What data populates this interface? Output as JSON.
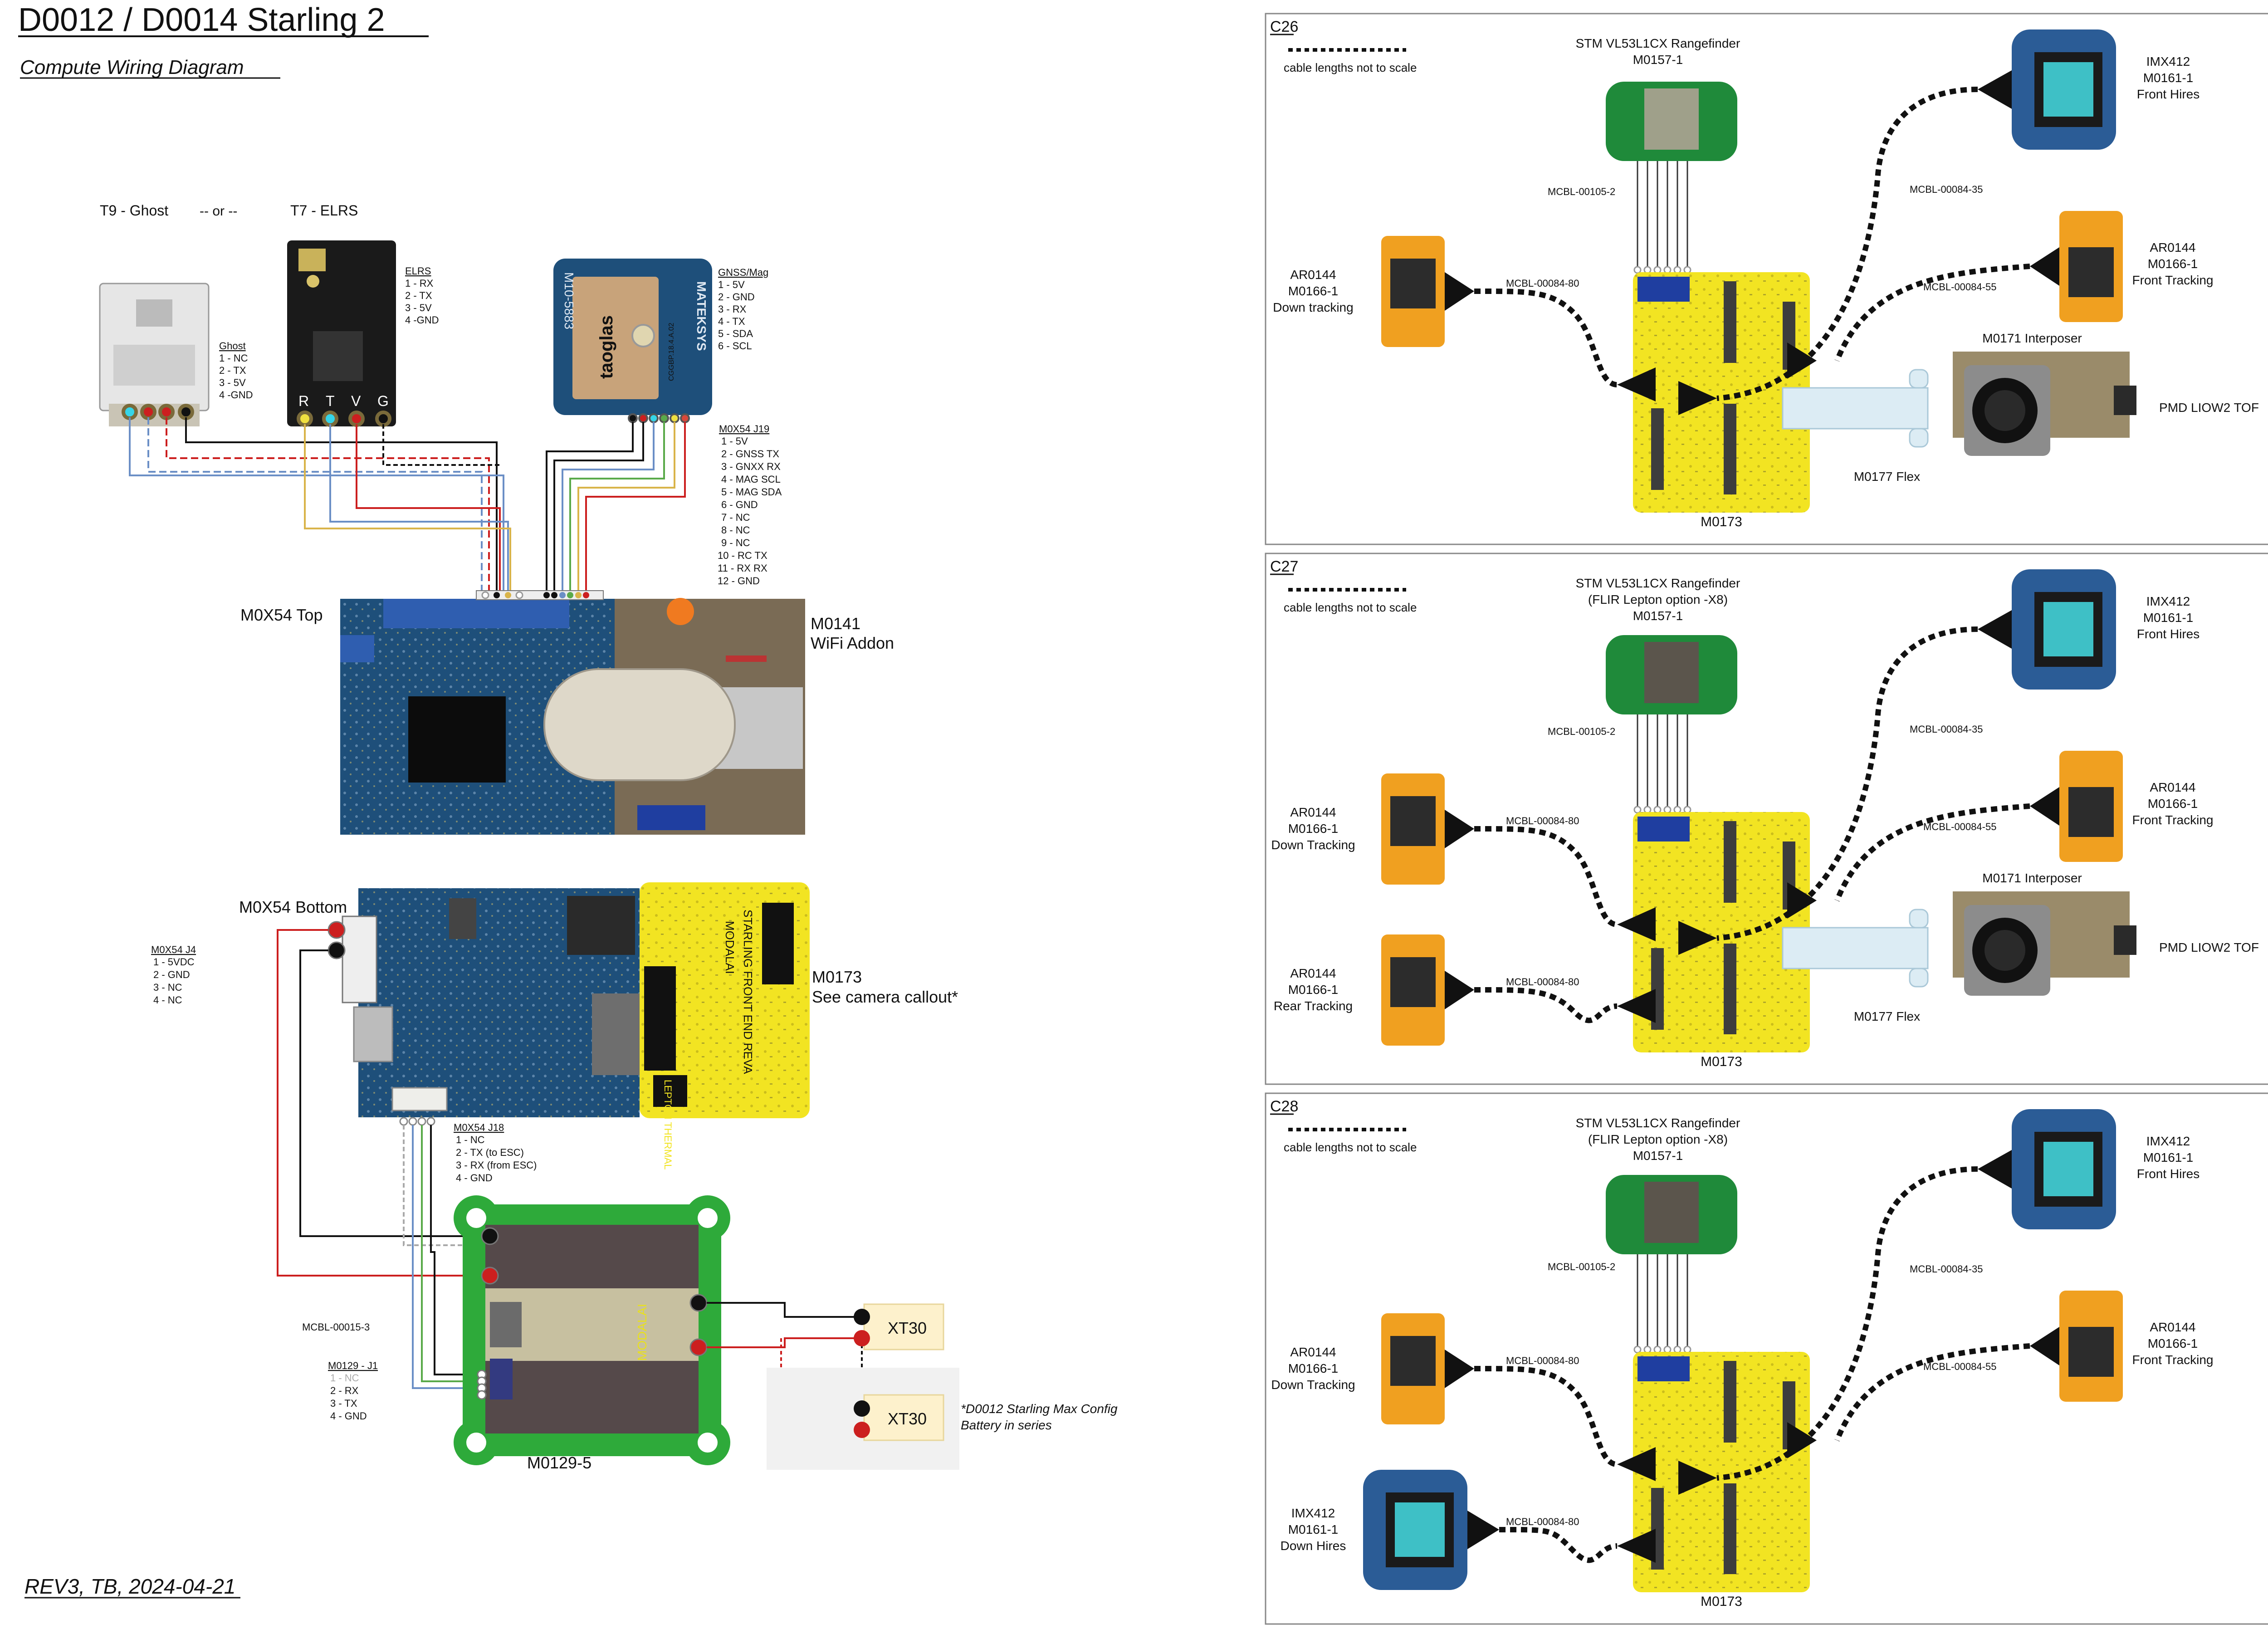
{
  "header": {
    "title": "D0012 / D0014  Starling 2",
    "subtitle": "Compute Wiring Diagram ",
    "rev": "REV3, TB, 2024-04-21"
  },
  "left": {
    "t9": "T9 - Ghost",
    "or": "-- or --",
    "t7": "T7 - ELRS",
    "ghost": {
      "title": "Ghost",
      "pins": [
        "1 - NC",
        "2 - TX",
        "3 - 5V",
        "4 -GND"
      ]
    },
    "elrs": {
      "title": "ELRS",
      "pins": [
        "1 - RX",
        "2 - TX",
        "3 - 5V",
        "4 -GND"
      ],
      "pin_letters": [
        "R",
        "T",
        "V",
        "G"
      ]
    },
    "gnss": {
      "title": "GNSS/Mag",
      "pins": [
        "1 - 5V",
        "2 - GND",
        "3 - RX",
        "4 - TX",
        "5 - SDA",
        "6 - SCL"
      ],
      "board_brand": "MATEKSYS",
      "board_model": "M10-5883",
      "antenna_brand": "taoglas",
      "antenna_code": "CGGBP.18.4.A.02"
    },
    "j19": {
      "title": "M0X54 J19",
      "pins": [
        "1 - 5V",
        "2 - GNSS TX",
        "3 - GNXX RX",
        "4 - MAG SCL",
        "5 - MAG SDA",
        "6 - GND",
        "7 - NC",
        "8 - NC",
        "9 - NC",
        "10 - RC TX",
        "11 - RX RX",
        "12 - GND"
      ]
    },
    "m0x54_top": "M0X54 Top",
    "m0141": [
      "M0141",
      "WiFi Addon"
    ],
    "m0x54_bottom": "M0X54 Bottom",
    "j4": {
      "title": "M0X54 J4",
      "pins": [
        "1 - 5VDC",
        "2 - GND",
        "3 - NC",
        "4 - NC"
      ]
    },
    "m0173": [
      "M0173",
      "See camera callout*"
    ],
    "j18": {
      "title": "M0X54 J18",
      "pins": [
        "1 - NC",
        "2 - TX (to ESC)",
        "3 - RX (from ESC)",
        "4 - GND"
      ]
    },
    "mcbl_00015": "MCBL-00015-3",
    "j1": {
      "title": "M0129 - J1",
      "pins": [
        "1 - NC",
        "2 - RX",
        "3 - TX",
        "4 - GND"
      ]
    },
    "esc": "M0129-5",
    "esc_brand": "MODALAI",
    "xt30_a": "XT30",
    "xt30_b": "XT30",
    "max_note": [
      "*D0012 Starling Max Config",
      "Battery in series"
    ],
    "m0173_board_text": [
      "STARLING FRONT END REVA",
      "MODALAI",
      "LEPTON THERMAL"
    ]
  },
  "panels": [
    {
      "id": "C26",
      "cable_note": "cable lengths not to scale",
      "rangefinder": [
        "STM VL53L1CX Rangefinder",
        "M0157-1"
      ],
      "mcbl_rf": "MCBL-00105-2",
      "left_cams": [
        {
          "lines": [
            "AR0144",
            "M0166-1",
            "Down tracking"
          ],
          "cable": "MCBL-00084-80",
          "kind": "ar0144"
        }
      ],
      "right_cams": [
        {
          "lines": [
            "IMX412",
            "M0161-1",
            "Front Hires"
          ],
          "cable": "MCBL-00084-35",
          "kind": "imx412"
        },
        {
          "lines": [
            "AR0144",
            "M0166-1",
            "Front Tracking"
          ],
          "cable": "MCBL-00084-55",
          "kind": "ar0144"
        }
      ],
      "interposer": "M0171 Interposer",
      "tof": "PMD LIOW2 TOF",
      "flex": "M0177 Flex",
      "board": "M0173"
    },
    {
      "id": "C27",
      "cable_note": "cable lengths not to scale",
      "rangefinder": [
        "STM VL53L1CX Rangefinder",
        "(FLIR Lepton option -X8)",
        "M0157-1"
      ],
      "mcbl_rf": "MCBL-00105-2",
      "left_cams": [
        {
          "lines": [
            "AR0144",
            "M0166-1",
            "Down Tracking"
          ],
          "cable": "MCBL-00084-80",
          "kind": "ar0144"
        },
        {
          "lines": [
            "AR0144",
            "M0166-1",
            "Rear Tracking"
          ],
          "cable": "MCBL-00084-80",
          "kind": "ar0144"
        }
      ],
      "right_cams": [
        {
          "lines": [
            "IMX412",
            "M0161-1",
            "Front Hires"
          ],
          "cable": "MCBL-00084-35",
          "kind": "imx412"
        },
        {
          "lines": [
            "AR0144",
            "M0166-1",
            "Front Tracking"
          ],
          "cable": "MCBL-00084-55",
          "kind": "ar0144"
        }
      ],
      "interposer": "M0171 Interposer",
      "tof": "PMD LIOW2 TOF",
      "flex": "M0177 Flex",
      "board": "M0173"
    },
    {
      "id": "C28",
      "cable_note": "cable lengths not to scale",
      "rangefinder": [
        "STM VL53L1CX Rangefinder",
        "(FLIR Lepton option -X8)",
        "M0157-1"
      ],
      "mcbl_rf": "MCBL-00105-2",
      "left_cams": [
        {
          "lines": [
            "AR0144",
            "M0166-1",
            "Down Tracking"
          ],
          "cable": "MCBL-00084-80",
          "kind": "ar0144"
        },
        {
          "lines": [
            "IMX412",
            "M0161-1",
            "Down Hires"
          ],
          "cable": "MCBL-00084-80",
          "kind": "imx412"
        }
      ],
      "right_cams": [
        {
          "lines": [
            "IMX412",
            "M0161-1",
            "Front Hires"
          ],
          "cable": "MCBL-00084-35",
          "kind": "imx412"
        },
        {
          "lines": [
            "AR0144",
            "M0166-1",
            "Front Tracking"
          ],
          "cable": "MCBL-00084-55",
          "kind": "ar0144"
        }
      ],
      "interposer": "",
      "tof": "",
      "flex": "",
      "board": "M0173"
    }
  ],
  "colors": {
    "pcb_blue": "#1e4f7a",
    "pcb_green": "#2eaa3a",
    "pcb_yellow": "#f2e422",
    "cam_orange": "#f0a020",
    "imx_blue": "#2b5c96",
    "wire_red": "#cc1f1f",
    "wire_black": "#111111",
    "wire_blue": "#6b8fc6",
    "wire_green": "#5aaa4a",
    "wire_yellow": "#d9b44a",
    "wire_cyan": "#35d5e8",
    "xt30": "#fdf1cc"
  }
}
